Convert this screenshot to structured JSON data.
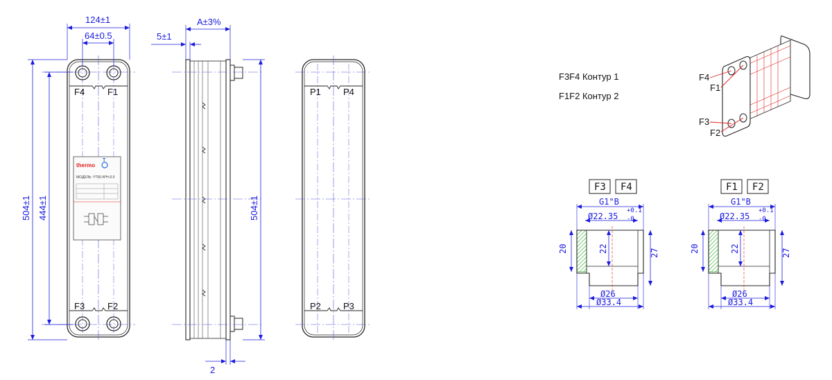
{
  "front_view": {
    "dim_width_total": "124±1",
    "dim_width_ports": "64±0.5",
    "dim_height_total": "504±1",
    "dim_height_ports": "444±1",
    "port_labels": {
      "top_left": "F4",
      "top_right": "F1",
      "bottom_left": "F3",
      "bottom_right": "F2"
    },
    "nameplate": {
      "brand": "thermo",
      "model": "МОДЕЛЬ: YT50-N*H-0.0",
      "logo_letter": "T"
    }
  },
  "side_view": {
    "dim_thickness": "A±3%",
    "dim_frame": "5±1",
    "dim_height": "504±1",
    "dim_offset": "2"
  },
  "back_view": {
    "port_labels": {
      "top_left": "P1",
      "top_right": "P4",
      "bottom_left": "P2",
      "bottom_right": "P3"
    }
  },
  "legend": {
    "line1": "F3F4 Контур 1",
    "line2": "F1F2 Контур 2"
  },
  "iso_view": {
    "labels": [
      "F4",
      "F1",
      "F3",
      "F2"
    ]
  },
  "connections": [
    {
      "tags": [
        "F3",
        "F4"
      ],
      "thread": "G1\"B",
      "inner_dia": "Ø22.35",
      "tol_upper": "+0.1",
      "tol_lower": "-0",
      "depth_20": "20",
      "depth_22": "22",
      "height_27": "27",
      "dia_26": "Ø26",
      "dia_33": "Ø33.4"
    },
    {
      "tags": [
        "F1",
        "F2"
      ],
      "thread": "G1\"B",
      "inner_dia": "Ø22.35",
      "tol_upper": "+0.1",
      "tol_lower": "-0",
      "depth_20": "20",
      "depth_22": "22",
      "height_27": "27",
      "dia_26": "Ø26",
      "dia_33": "Ø33.4"
    }
  ],
  "colors": {
    "dimension": "#1a1adf",
    "outline": "#222222",
    "centerline": "#5555dd",
    "hidden": "#e02020",
    "section_fill": "#22aa22"
  }
}
